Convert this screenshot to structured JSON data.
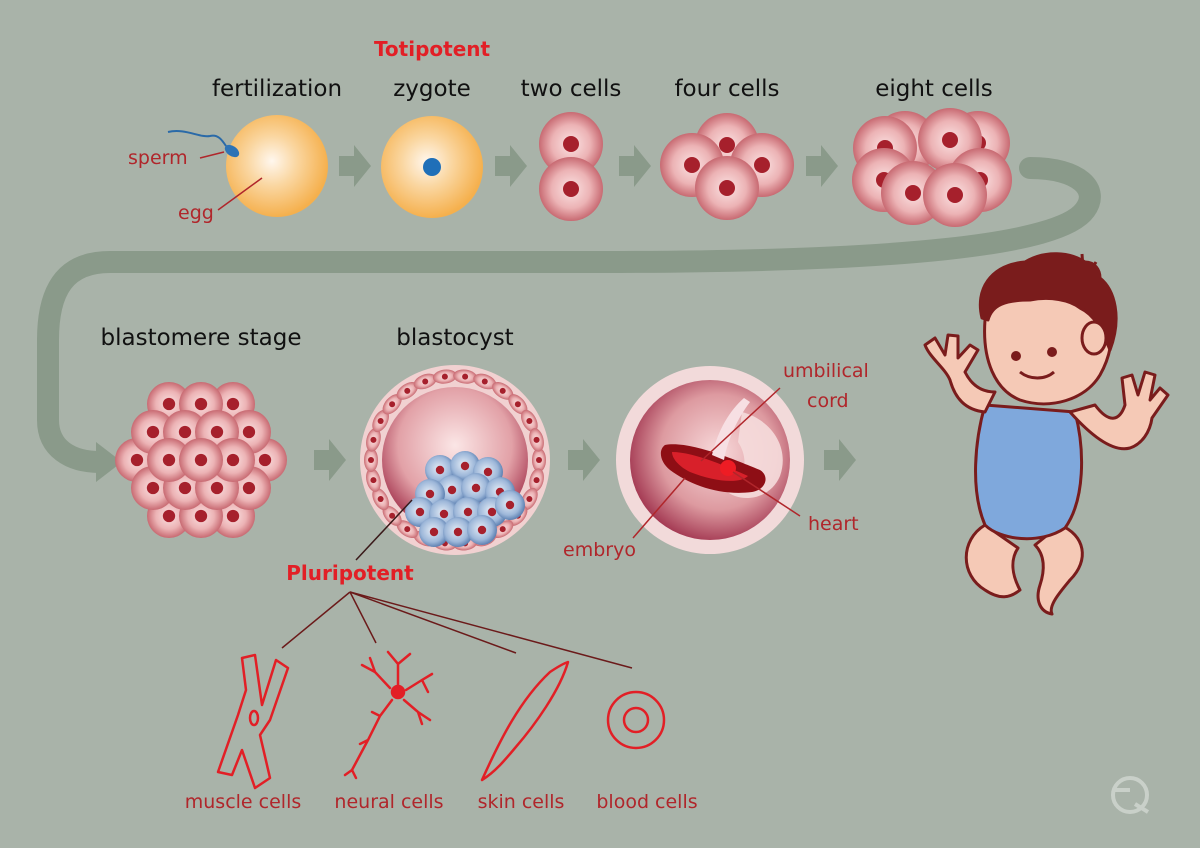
{
  "stages_top": {
    "fertilization": "fertilization",
    "zygote": "zygote",
    "two_cells": "two cells",
    "four_cells": "four cells",
    "eight_cells": "eight cells"
  },
  "stages_middle": {
    "blastomere": "blastomere stage",
    "blastocyst": "blastocyst"
  },
  "potency": {
    "totipotent": "Totipotent",
    "pluripotent": "Pluripotent"
  },
  "annotations": {
    "sperm": "sperm",
    "egg": "egg",
    "umbilical_line1": "umbilical",
    "umbilical_line2": "cord",
    "heart": "heart",
    "embryo": "embryo"
  },
  "cell_types": {
    "muscle": "muscle cells",
    "neural": "neural cells",
    "skin": "skin cells",
    "blood": "blood cells"
  },
  "colors": {
    "background": "#a9b3a9",
    "cell_pink": "#d9868c",
    "nucleus": "#a6202c",
    "egg": "#f6b45c",
    "accent_red": "#e21f26",
    "arrow_gray": "#8a9a8a",
    "pluripotent_blue": "#7fa4d0",
    "baby_shirt": "#7fa8dc"
  },
  "icons": [
    "watermark-logo-icon"
  ]
}
